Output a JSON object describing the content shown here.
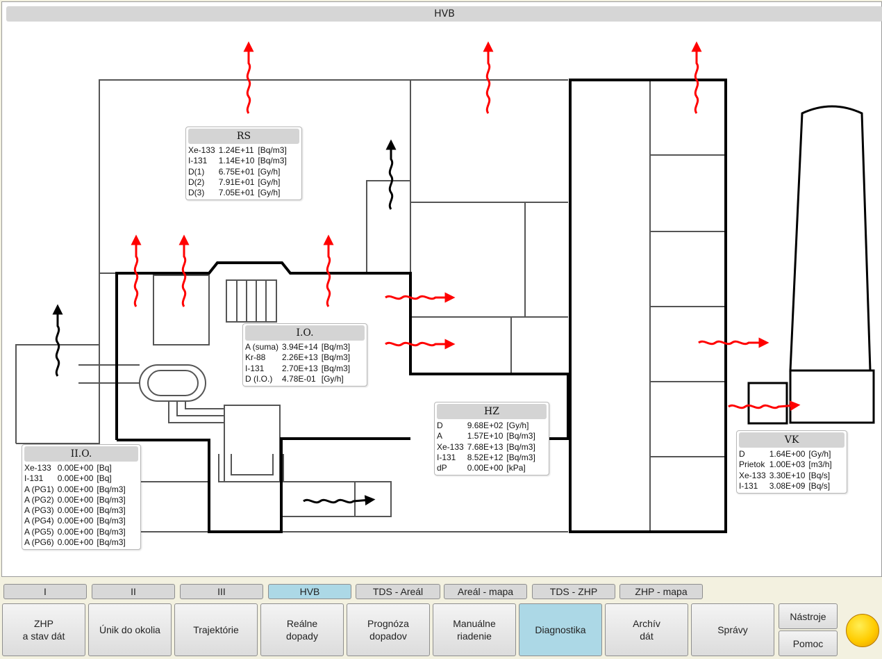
{
  "title": "HVB",
  "colors": {
    "arrow_hot": "#ff0000",
    "arrow_cold": "#000000",
    "tab_active": "#acd8e6",
    "indicator": "#ffcc00"
  },
  "panels": {
    "rs": {
      "title": "RS",
      "rows": [
        [
          "Xe-133",
          "1.24E+11",
          "[Bq/m3]"
        ],
        [
          "I-131",
          "1.14E+10",
          "[Bq/m3]"
        ],
        [
          "D(1)",
          "6.75E+01",
          "[Gy/h]"
        ],
        [
          "D(2)",
          "7.91E+01",
          "[Gy/h]"
        ],
        [
          "D(3)",
          "7.05E+01",
          "[Gy/h]"
        ]
      ]
    },
    "io": {
      "title": "I.O.",
      "rows": [
        [
          "A (suma)",
          "3.94E+14",
          "[Bq/m3]"
        ],
        [
          "Kr-88",
          "2.26E+13",
          "[Bq/m3]"
        ],
        [
          "I-131",
          "2.70E+13",
          "[Bq/m3]"
        ],
        [
          "D (I.O.)",
          "4.78E-01",
          "[Gy/h]"
        ]
      ]
    },
    "iio": {
      "title": "II.O.",
      "rows": [
        [
          "Xe-133",
          "0.00E+00",
          "[Bq]"
        ],
        [
          "I-131",
          "0.00E+00",
          "[Bq]"
        ],
        [
          "A (PG1)",
          "0.00E+00",
          "[Bq/m3]"
        ],
        [
          "A (PG2)",
          "0.00E+00",
          "[Bq/m3]"
        ],
        [
          "A (PG3)",
          "0.00E+00",
          "[Bq/m3]"
        ],
        [
          "A (PG4)",
          "0.00E+00",
          "[Bq/m3]"
        ],
        [
          "A (PG5)",
          "0.00E+00",
          "[Bq/m3]"
        ],
        [
          "A (PG6)",
          "0.00E+00",
          "[Bq/m3]"
        ]
      ]
    },
    "hz": {
      "title": "HZ",
      "rows": [
        [
          "D",
          "9.68E+02",
          "[Gy/h]"
        ],
        [
          "A",
          "1.57E+10",
          "[Bq/m3]"
        ],
        [
          "Xe-133",
          "7.68E+13",
          "[Bq/m3]"
        ],
        [
          "I-131",
          "8.52E+12",
          "[Bq/m3]"
        ],
        [
          "dP",
          "0.00E+00",
          "[kPa]"
        ]
      ]
    },
    "vk": {
      "title": "VK",
      "rows": [
        [
          "D",
          "1.64E+00",
          "[Gy/h]"
        ],
        [
          "Prietok",
          "1.00E+03",
          "[m3/h]"
        ],
        [
          "Xe-133",
          "3.30E+10",
          "[Bq/s]"
        ],
        [
          "I-131",
          "3.08E+09",
          "[Bq/s]"
        ]
      ]
    }
  },
  "tabs": [
    "I",
    "II",
    "III",
    "HVB",
    "TDS - Areál",
    "Areál - mapa",
    "TDS - ZHP",
    "ZHP - mapa"
  ],
  "active_tab": "HVB",
  "nav": [
    "ZHP\na stav dát",
    "Únik do okolia",
    "Trajektórie",
    "Reálne\ndopady",
    "Prognóza\ndopadov",
    "Manuálne\nriadenie",
    "Diagnostika",
    "Archív\ndát",
    "Správy"
  ],
  "active_nav": "Diagnostika",
  "tools": {
    "tools_label": "Nástroje",
    "help_label": "Pomoc"
  },
  "indicator_icon": "status-lamp-icon"
}
